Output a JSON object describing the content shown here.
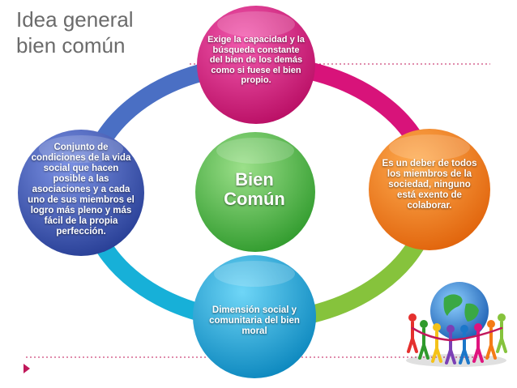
{
  "title": {
    "line1": "Idea general",
    "line2": "bien común"
  },
  "center": {
    "line1": "Bien",
    "line2": "Común"
  },
  "nodes": {
    "top": "Exige la capacidad y la búsqueda constante del bien de los demás como si fuese el bien propio.",
    "right": "Es un deber de todos los miembros de la sociedad, ninguno está exento de colaborar.",
    "bottom": "Dimensión social y comunitaria del bien moral",
    "left": "Conjunto de condiciones de la vida social que hacen posible a las asociaciones y a cada uno de sus miembros el logro más pleno y más fácil de la propia perfección."
  },
  "colors": {
    "top": "#e0147e",
    "right": "#f47b16",
    "bottom": "#1ba8dc",
    "left": "#3f58b8",
    "center": "#4cb848",
    "ring_top_right": "#d8137a",
    "ring_bottom_right": "#86c33c",
    "ring_bottom_left": "#17b0d8",
    "ring_top_left": "#4a6fc4",
    "divider": "#c0185a",
    "title": "#6b6b6b"
  }
}
